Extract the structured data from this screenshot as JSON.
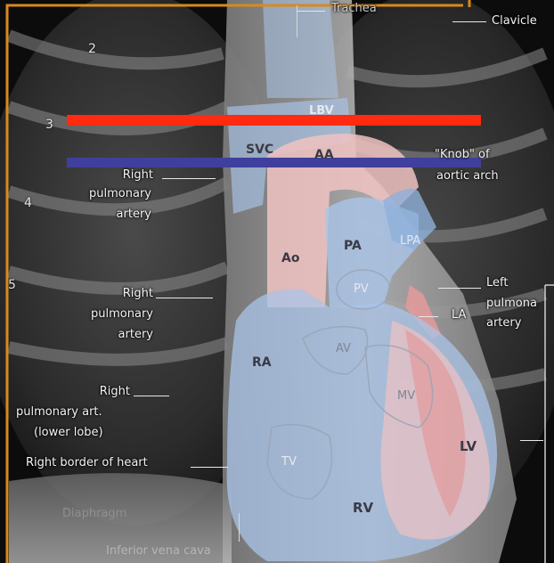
{
  "figure": {
    "rib_numbers": [
      "2",
      "3",
      "4",
      "5"
    ],
    "labels": {
      "trachea": "Trachea",
      "clavicle": "Clavicle",
      "lbv": "LBV",
      "svc": "SVC",
      "aa": "AA",
      "knob_line1": "\"Knob\" of",
      "knob_line2": "aortic arch",
      "right_pa_1": [
        "Right",
        "pulmonary",
        "artery"
      ],
      "right_pa_2": [
        "Right",
        "pulmonary",
        "artery"
      ],
      "right_pa_3": [
        "Right",
        "pulmonary art.",
        "(lower lobe)"
      ],
      "right_border": "Right border of heart",
      "diaphragm": "Diaphragm",
      "ivc": "Inferior vena cava",
      "ao": "Ao",
      "pa": "PA",
      "lpa": "LPA",
      "pv": "PV",
      "left_pa": [
        "Left",
        "pulmona",
        "artery"
      ],
      "la": "LA",
      "ra": "RA",
      "av": "AV",
      "mv": "MV",
      "lv": "LV",
      "tv": "TV",
      "rv": "RV"
    },
    "colors": {
      "frame_border": "#d9891e",
      "red_line": "#ff2a10",
      "blue_line": "#3f3f9e",
      "venous_tint": "#a9c4e8",
      "arterial_tint": "#f0c2c2"
    }
  }
}
